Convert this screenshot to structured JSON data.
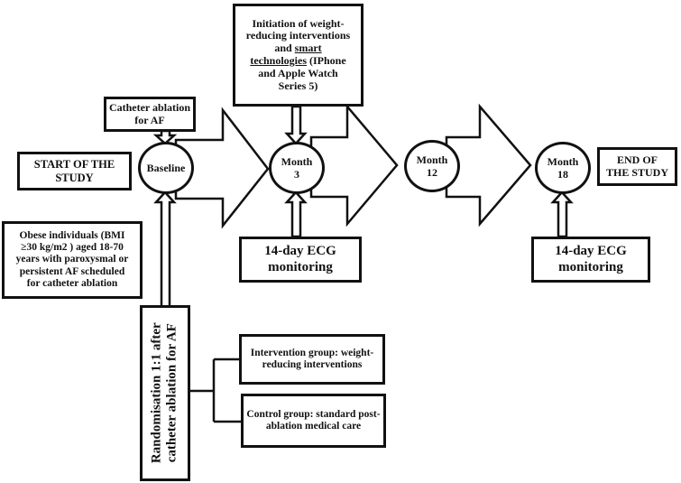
{
  "top_box": {
    "line1": "Initiation of weight-",
    "line2": "reducing interventions",
    "line3a": "and ",
    "line3b": "smart",
    "line4a": "technologies",
    "line4b": " (IPhone",
    "line5": "and Apple Watch",
    "line6": "Series 5)"
  },
  "catheter_box": {
    "line1": "Catheter ablation",
    "line2": "for AF"
  },
  "start_box": {
    "line1": "START OF THE",
    "line2": "STUDY"
  },
  "end_box": {
    "line1": "END OF",
    "line2": "THE STUDY"
  },
  "milestones": [
    {
      "line1": "Baseline",
      "line2": ""
    },
    {
      "line1": "Month",
      "line2": "3"
    },
    {
      "line1": "Month",
      "line2": "12"
    },
    {
      "line1": "Month",
      "line2": "18"
    }
  ],
  "population_box": {
    "line1": "Obese individuals (BMI",
    "line2": "≥30 kg/m2 ) aged 18-70",
    "line3": "years with paroxysmal or",
    "line4": "persistent AF scheduled",
    "line5": "for catheter ablation"
  },
  "ecg_box_1": {
    "line1": "14-day ECG",
    "line2": "monitoring"
  },
  "ecg_box_2": {
    "line1": "14-day ECG",
    "line2": "monitoring"
  },
  "randomisation_box": {
    "line1": "Randomisation 1:1 after",
    "line2": "catheter ablation for AF"
  },
  "intervention_box": {
    "line1": "Intervention group: weight-",
    "line2": "reducing interventions"
  },
  "control_box": {
    "line1": "Control group: standard post-",
    "line2": "ablation medical care"
  }
}
